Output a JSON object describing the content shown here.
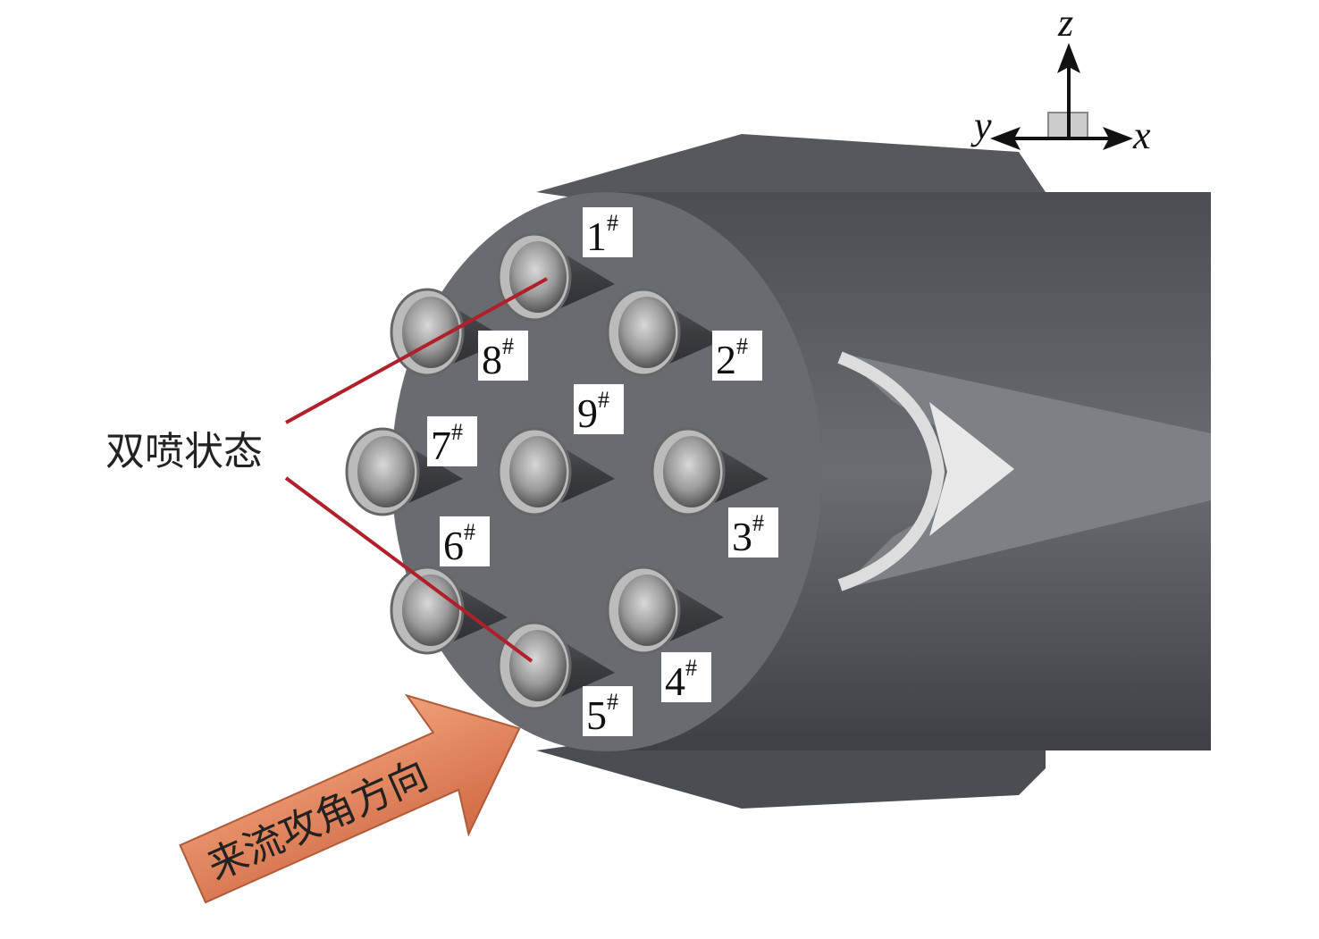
{
  "title_label": "双喷状态",
  "flow_arrow_label": "来流攻角方向",
  "axes": {
    "x": "x",
    "y": "y",
    "z": "z"
  },
  "nozzles": [
    {
      "num": "1",
      "mark": "#"
    },
    {
      "num": "2",
      "mark": "#"
    },
    {
      "num": "3",
      "mark": "#"
    },
    {
      "num": "4",
      "mark": "#"
    },
    {
      "num": "5",
      "mark": "#"
    },
    {
      "num": "6",
      "mark": "#"
    },
    {
      "num": "7",
      "mark": "#"
    },
    {
      "num": "8",
      "mark": "#"
    },
    {
      "num": "9",
      "mark": "#"
    }
  ],
  "colors": {
    "body": "#5a5d63",
    "face": "#6b6e74",
    "leader": "#b0202a",
    "arrow": "#e0805a"
  }
}
